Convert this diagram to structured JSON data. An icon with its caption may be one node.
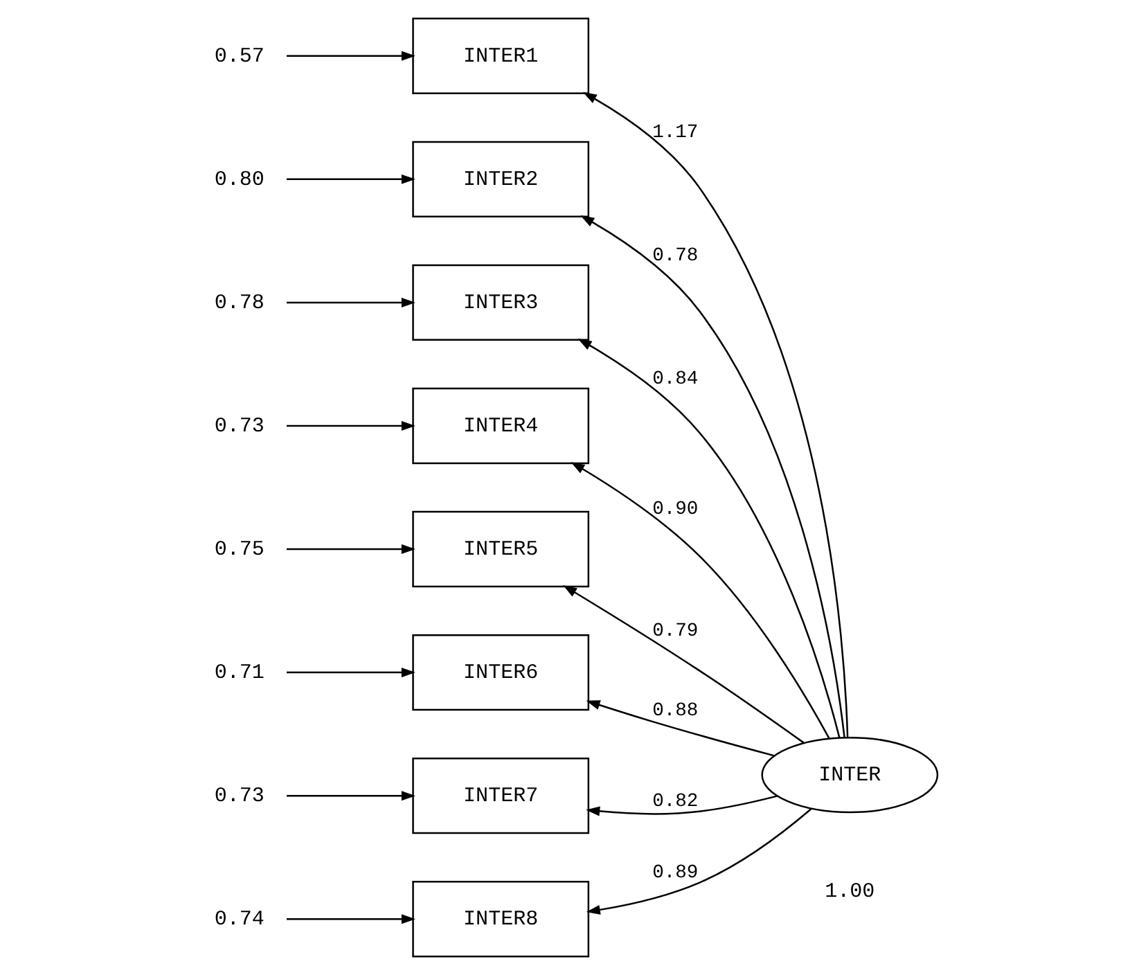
{
  "diagram": {
    "nodes": [
      {
        "text": [
          "0.57"
        ]
      },
      {
        "text": [
          "INTER1"
        ]
      },
      {
        "text": [
          "0.80"
        ]
      },
      {
        "text": [
          "INTER2"
        ]
      },
      {
        "text": [
          "0.78"
        ]
      },
      {
        "text": [
          "INTER3"
        ]
      },
      {
        "text": [
          "0.73"
        ]
      },
      {
        "text": [
          "INTER4"
        ]
      },
      {
        "text": [
          "0.75"
        ]
      },
      {
        "text": [
          "INTER5"
        ]
      },
      {
        "text": [
          "0.71"
        ]
      },
      {
        "text": [
          "INTER6"
        ]
      },
      {
        "text": [
          "0.73"
        ]
      },
      {
        "text": [
          "INTER7"
        ]
      },
      {
        "text": [
          "0.74"
        ]
      },
      {
        "text": [
          "INTER8"
        ]
      },
      {
        "text": [
          "INTER"
        ],
        "beside": [
          "1.00"
        ]
      }
    ],
    "edges": [
      {
        "from": 0,
        "to": 1,
        "arrow": "to"
      },
      {
        "from": 2,
        "to": 3,
        "arrow": "to"
      },
      {
        "from": 4,
        "to": 5,
        "arrow": "to"
      },
      {
        "from": 6,
        "to": 7,
        "arrow": "to"
      },
      {
        "from": 8,
        "to": 9,
        "arrow": "to"
      },
      {
        "from": 10,
        "to": 11,
        "arrow": "to"
      },
      {
        "from": 12,
        "to": 13,
        "arrow": "to"
      },
      {
        "from": 14,
        "to": 15,
        "arrow": "to"
      },
      {
        "from": 16,
        "to": 1,
        "arrow": "to",
        "label": "1.17"
      },
      {
        "from": 16,
        "to": 3,
        "arrow": "to",
        "label": "0.78"
      },
      {
        "from": 16,
        "to": 5,
        "arrow": "to",
        "label": "0.84"
      },
      {
        "from": 16,
        "to": 7,
        "arrow": "to",
        "label": "0.90"
      },
      {
        "from": 16,
        "to": 9,
        "arrow": "to",
        "label": "0.79"
      },
      {
        "from": 16,
        "to": 11,
        "arrow": "to",
        "label": "0.88"
      },
      {
        "from": 16,
        "to": 13,
        "arrow": "to",
        "label": "0.82"
      },
      {
        "from": 16,
        "to": 15,
        "arrow": "to",
        "label": "0.89"
      }
    ]
  }
}
